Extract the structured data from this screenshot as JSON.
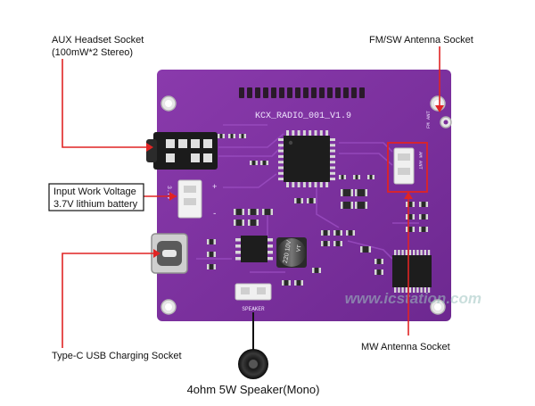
{
  "labels": {
    "aux_line1": "AUX Headset Socket",
    "aux_line2": "(100mW*2 Stereo)",
    "fm_sw": "FM/SW Antenna Socket",
    "voltage_line1": "Input Work Voltage",
    "voltage_line2": "3.7V lithium battery",
    "typec": "Type-C USB Charging Socket",
    "mw": "MW Antenna Socket",
    "speaker": "4ohm 5W Speaker(Mono)"
  },
  "board": {
    "model": "KCX_RADIO_001_V1.9",
    "silk_3v7": "3.7V",
    "silk_plus": "+",
    "silk_minus": "-",
    "silk_speaker": "SPEAKER",
    "silk_fm_ant": "FM ANT",
    "silk_am_ant": "AM ANT",
    "cap_value": "220 10V",
    "cap_code": "VT"
  },
  "watermark": {
    "brand": "www.icstation.com"
  },
  "colors": {
    "pcb": "#7a2f9a",
    "pcb_dark": "#5e1f7a",
    "pcb_light": "#9a4fc0",
    "pointer": "#e02424",
    "highlight": "#e02424",
    "pad": "#d8d8d8"
  }
}
